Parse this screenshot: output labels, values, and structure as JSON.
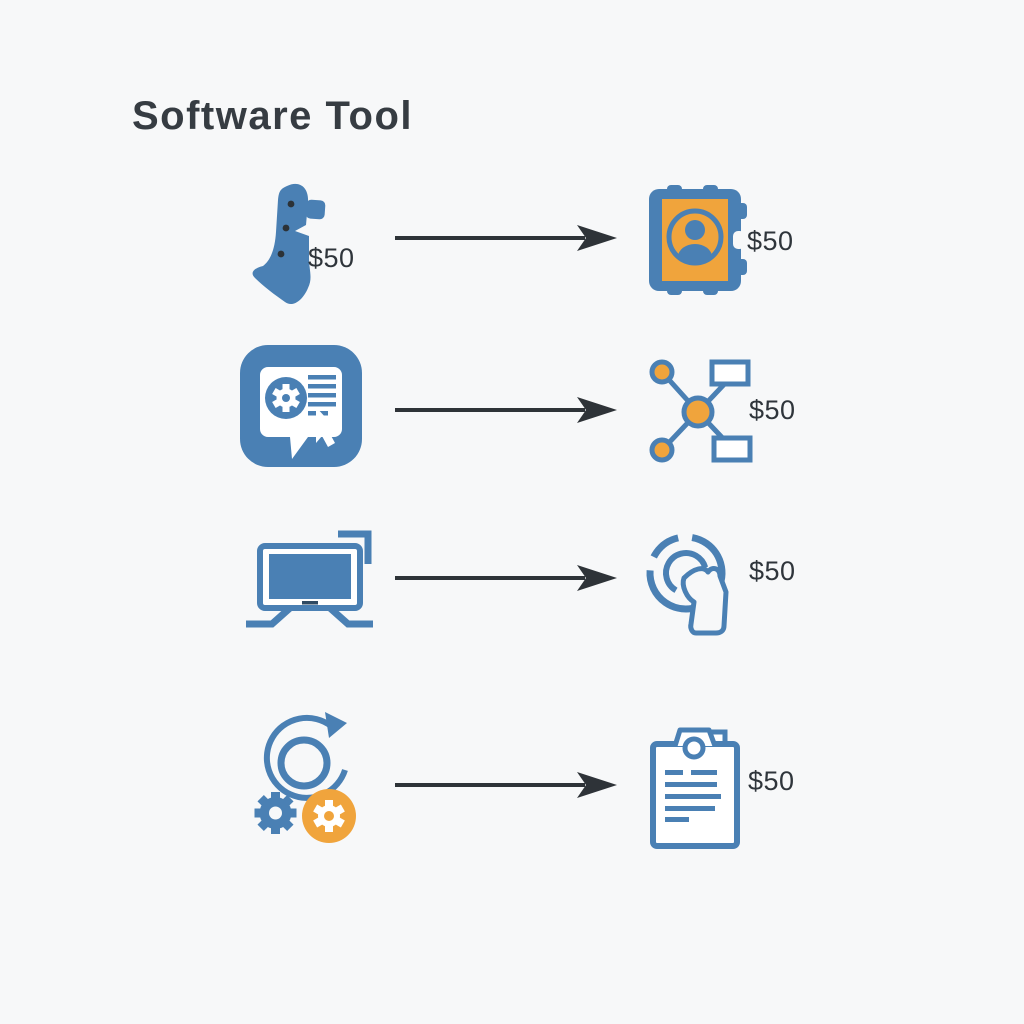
{
  "title": "Software Tool",
  "colors": {
    "background": "#f7f8f9",
    "blue": "#4a80b4",
    "orange": "#f0a43c",
    "dark_text": "#2f353b",
    "arrow": "#2e3338"
  },
  "rows": [
    {
      "left_icon": "abstract-tool-icon",
      "left_price": "$50",
      "right_icon": "user-id-badge-icon",
      "right_price": "$50"
    },
    {
      "left_icon": "settings-report-bubble-icon",
      "right_icon": "network-nodes-icon",
      "right_price": "$50"
    },
    {
      "left_icon": "desktop-monitor-icon",
      "right_icon": "touch-dial-icon",
      "right_price": "$50"
    },
    {
      "left_icon": "process-cycle-gears-icon",
      "right_icon": "clipboard-report-icon",
      "right_price": "$50"
    }
  ]
}
